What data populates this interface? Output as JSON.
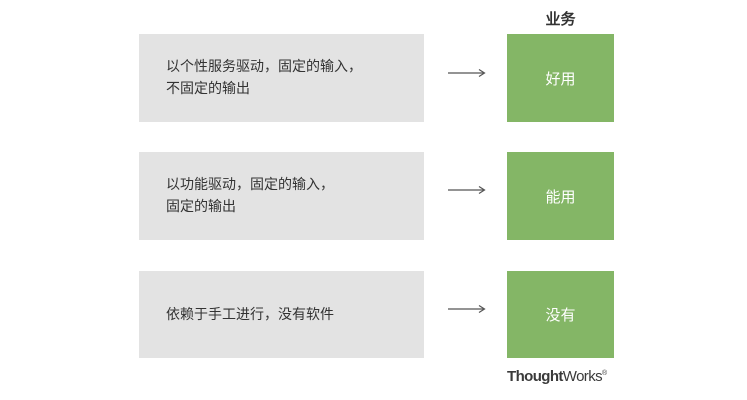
{
  "header": {
    "business_label": "业务"
  },
  "rows": [
    {
      "description_lines": [
        "以个性服务驱动，固定的输入，",
        "不固定的输出"
      ],
      "result": "好用"
    },
    {
      "description_lines": [
        "以功能驱动，固定的输入，",
        "固定的输出"
      ],
      "result": "能用"
    },
    {
      "description_lines": [
        "依赖于手工进行，没有软件"
      ],
      "result": "没有"
    }
  ],
  "logo": {
    "brand_bold": "Thought",
    "brand_regular": "Works",
    "mark": "®"
  },
  "colors": {
    "description_bg": "#e3e3e3",
    "result_bg": "#84b666",
    "arrow": "#555555"
  }
}
